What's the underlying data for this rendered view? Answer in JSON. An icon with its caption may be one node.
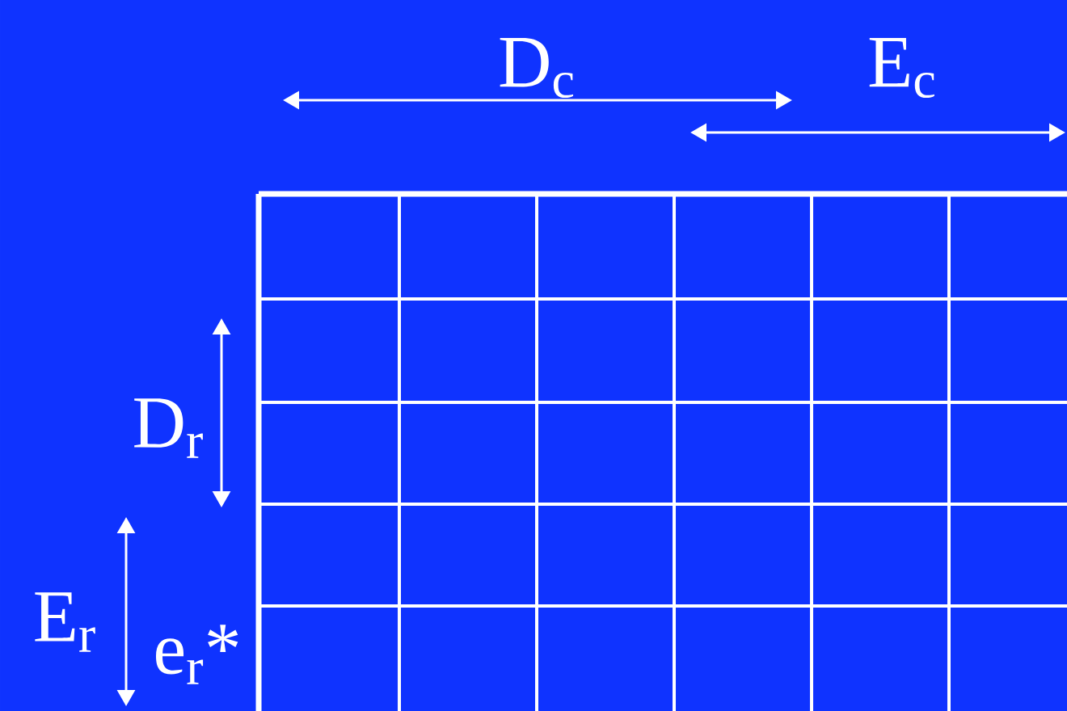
{
  "diagram": {
    "labels": [
      "D$_{c}$",
      "E$_{c}$",
      "D$_{r}$",
      "E$_{r}$",
      "e$_{r}$*"
    ]
  }
}
